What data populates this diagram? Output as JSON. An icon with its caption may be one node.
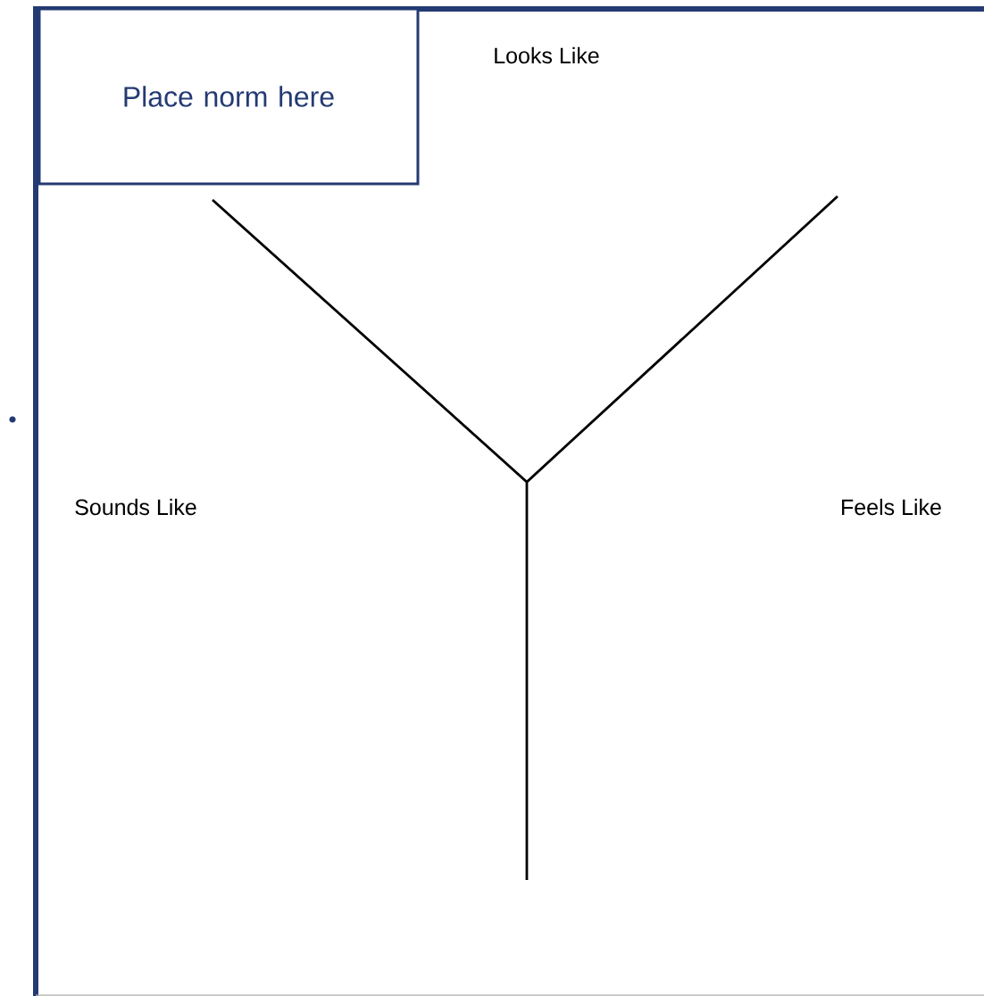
{
  "diagram": {
    "nodes": [
      {
        "text": [
          "Place norm here"
        ]
      }
    ],
    "labels": [
      "Looks Like",
      "Sounds Like",
      "Feels Like"
    ]
  }
}
